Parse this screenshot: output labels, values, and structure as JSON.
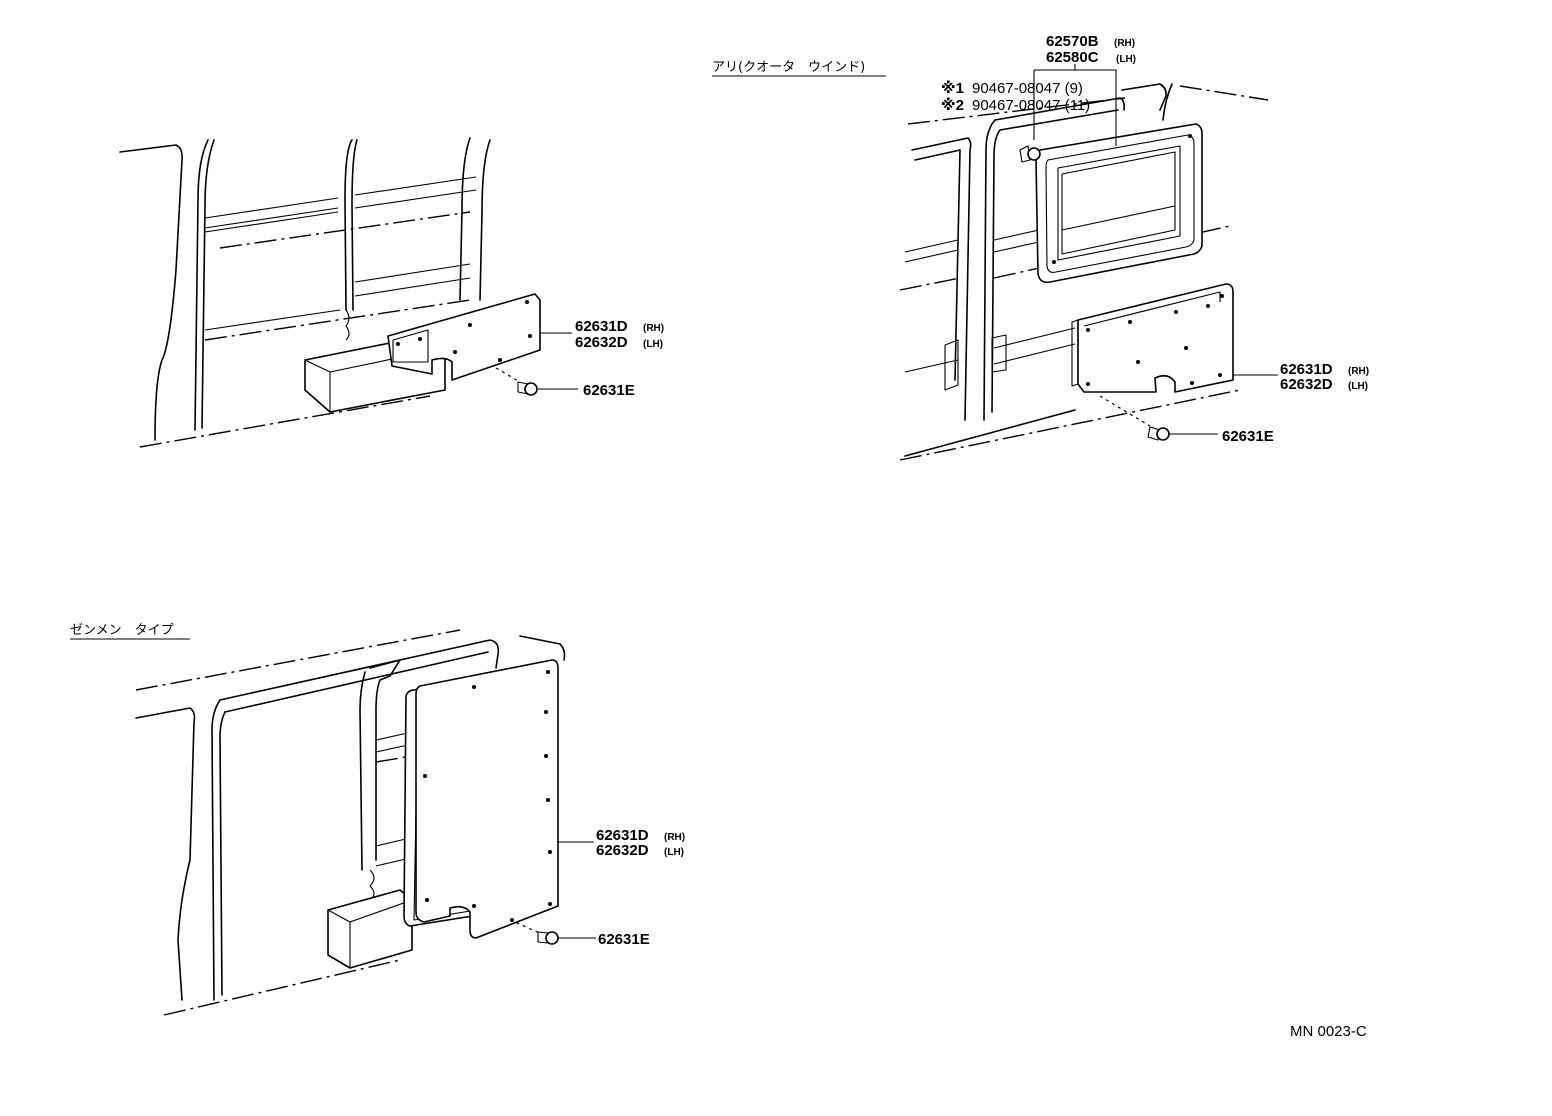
{
  "views": {
    "top_left": {
      "panel_part_rh": "62631D",
      "panel_side_rh": "(RH)",
      "panel_part_lh": "62632D",
      "panel_side_lh": "(LH)",
      "clip_part": "62631E"
    },
    "top_right": {
      "heading": "アリ(クオータ　ウインド)",
      "window_part_rh": "62570B",
      "window_side_rh": "(RH)",
      "window_part_lh": "62580C",
      "window_side_lh": "(LH)",
      "screw_mark_1": "※1",
      "screw_part_1": "90467-08047 (9)",
      "screw_mark_2": "※2",
      "screw_part_2": "90467-08047 (11)",
      "panel_part_rh": "62631D",
      "panel_side_rh": "(RH)",
      "panel_part_lh": "62632D",
      "panel_side_lh": "(LH)",
      "clip_part": "62631E"
    },
    "bottom_left": {
      "heading": "ゼンメン　タイプ",
      "panel_part_rh": "62631D",
      "panel_side_rh": "(RH)",
      "panel_part_lh": "62632D",
      "panel_side_lh": "(LH)",
      "clip_part": "62631E"
    }
  },
  "drawing_code": "MN 0023-C"
}
